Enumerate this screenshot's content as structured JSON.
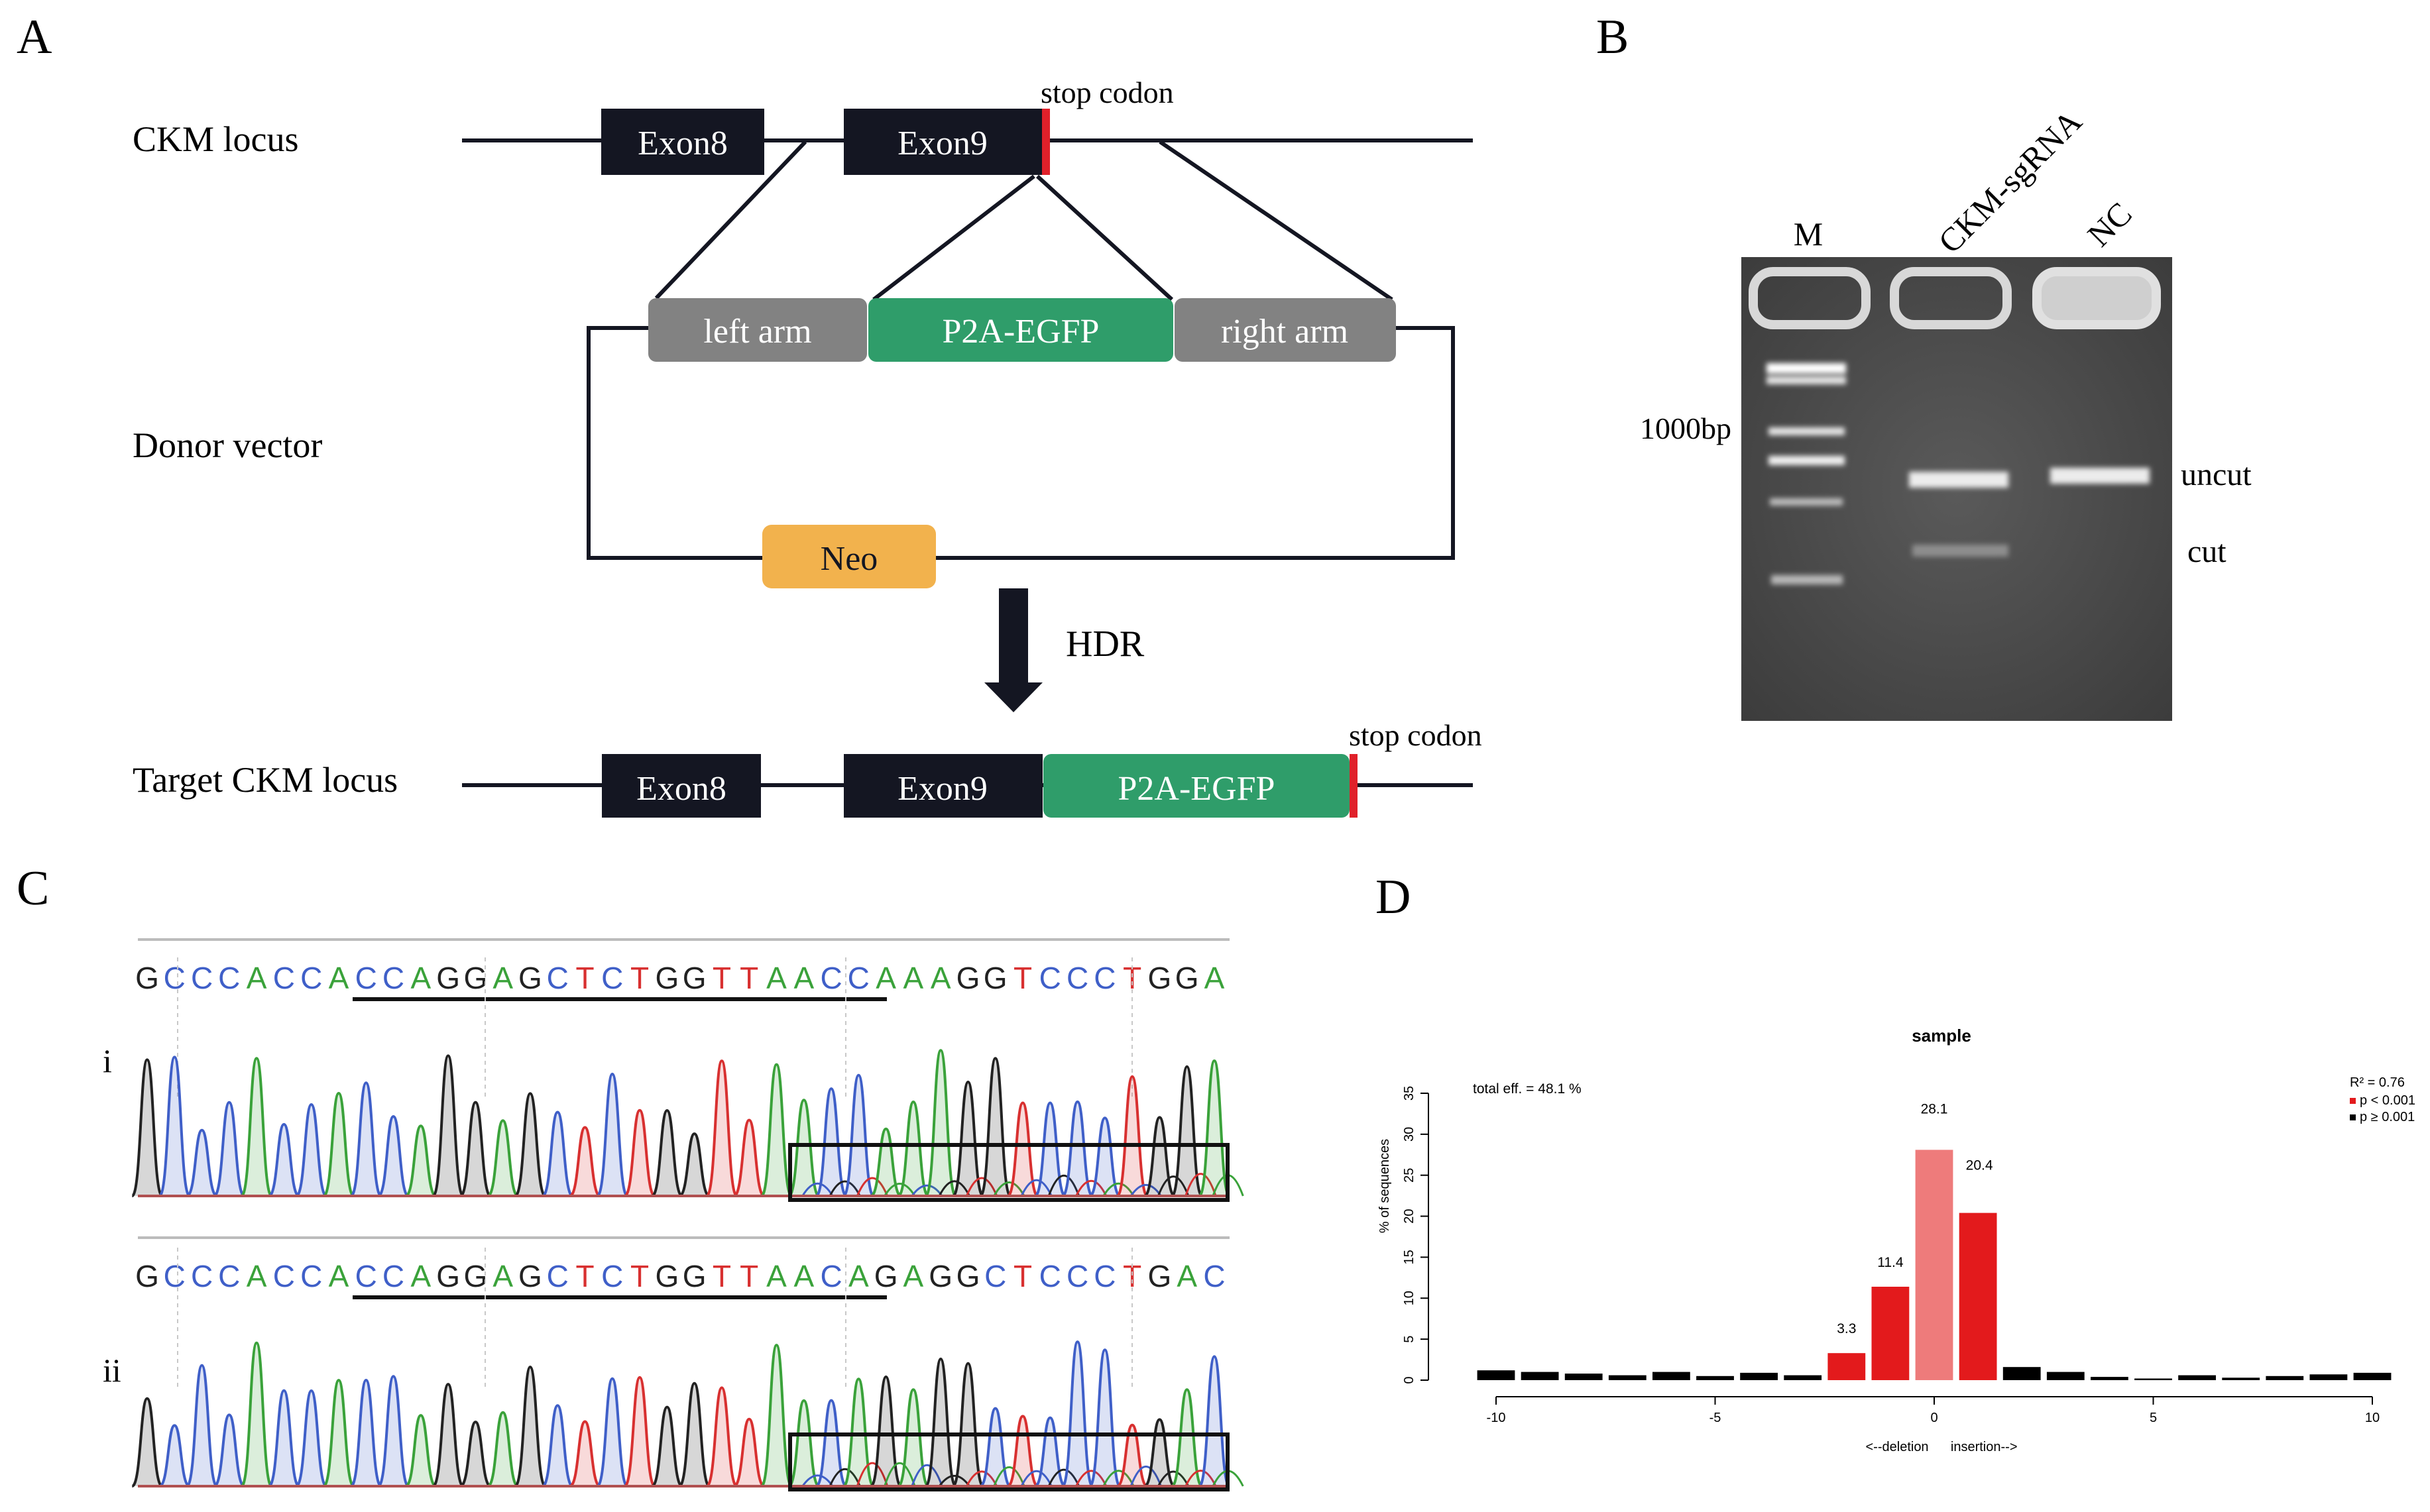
{
  "panels": {
    "a": "A",
    "b": "B",
    "c": "C",
    "d": "D"
  },
  "panel_a": {
    "ckm_locus": "CKM locus",
    "donor_vector": "Donor vector",
    "target_locus": "Target CKM locus",
    "exon8": "Exon8",
    "exon9": "Exon9",
    "stop_codon": "stop codon",
    "left_arm": "left arm",
    "p2a_egfp": "P2A-EGFP",
    "right_arm": "right arm",
    "neo": "Neo",
    "hdr": "HDR",
    "colors": {
      "exon": "#141622",
      "arm": "#828282",
      "egfp": "#2f9d6a",
      "neo": "#f2b24d",
      "stop": "#e0202a"
    }
  },
  "panel_b": {
    "lane_m": "M",
    "lane_sgrna": "CKM-sgRNA",
    "lane_nc": "NC",
    "marker": "1000bp",
    "uncut": "uncut",
    "cut": "cut"
  },
  "panel_c": {
    "trace_i_label": "i",
    "trace_ii_label": "ii",
    "seq_i": "GCCCACCACCAGGAGCTCTGGTTAACCAAAGGTCCCTGGA",
    "seq_ii": "GCCCACCACCAGGAGCTCTGGTTAACAGAGGCTCCCTGAC",
    "base_colors": {
      "A": "#3aa23a",
      "C": "#3f5fc8",
      "G": "#222222",
      "T": "#d83030"
    }
  },
  "panel_d": {
    "title": "sample",
    "total_eff": "total eff. = 48.1 %",
    "r2": "R² = 0.76",
    "legend_sig": "p < 0.001",
    "legend_nonsig": "p ≥ 0.001",
    "ylabel": "% of sequences",
    "xlabel": "<--deletion      insertion-->",
    "yticks": [
      "0",
      "5",
      "10",
      "15",
      "20",
      "25",
      "30",
      "35"
    ],
    "xticks": [
      "-10",
      "-5",
      "0",
      "5",
      "10"
    ],
    "bar_labels": [
      "3.3",
      "11.4",
      "28.1",
      "20.4"
    ]
  },
  "chart_data": {
    "type": "bar",
    "title": "sample",
    "xlabel": "<--deletion      insertion-->",
    "ylabel": "% of sequences",
    "ylim": [
      0,
      35
    ],
    "xlim": [
      -10,
      10
    ],
    "x": [
      -10,
      -9,
      -8,
      -7,
      -6,
      -5,
      -4,
      -3,
      -2,
      -1,
      0,
      1,
      2,
      3,
      4,
      5,
      6,
      7,
      8,
      9,
      10
    ],
    "values": [
      1.2,
      1.0,
      0.8,
      0.6,
      1.0,
      0.5,
      0.9,
      0.6,
      3.3,
      11.4,
      28.1,
      20.4,
      1.6,
      1.0,
      0.4,
      0.2,
      0.6,
      0.3,
      0.5,
      0.7,
      0.9
    ],
    "colors": [
      "#000000",
      "#000000",
      "#000000",
      "#000000",
      "#000000",
      "#000000",
      "#000000",
      "#000000",
      "#e31a1c",
      "#e31a1c",
      "#ee7b7b",
      "#e31a1c",
      "#000000",
      "#000000",
      "#000000",
      "#000000",
      "#000000",
      "#000000",
      "#000000",
      "#000000",
      "#000000"
    ],
    "legend": [
      {
        "name": "p < 0.001",
        "color": "#e31a1c"
      },
      {
        "name": "p ≥ 0.001",
        "color": "#000000"
      }
    ],
    "legend_position": "top-right",
    "grid": false
  }
}
